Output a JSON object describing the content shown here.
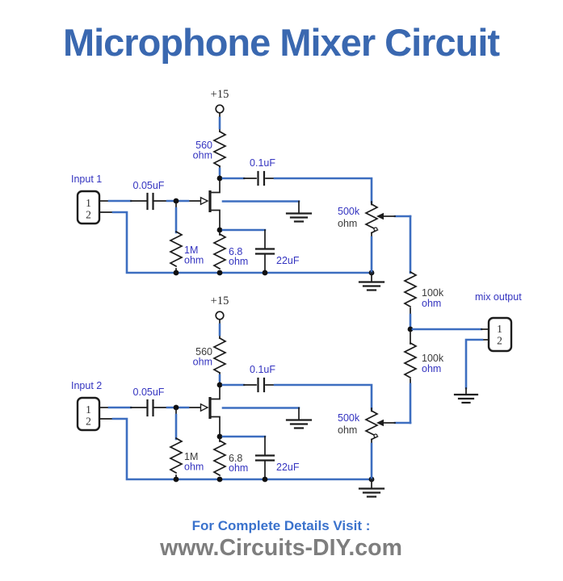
{
  "title": "Microphone Mixer Circuit",
  "stages": [
    {
      "input_label": "Input 1",
      "pin1": "1",
      "pin2": "2",
      "supply": "+15",
      "input_cap": "0.05uF",
      "drain_resistor": "560",
      "drain_resistor_unit": "ohm",
      "output_cap": "0.1uF",
      "gate_resistor": "1M",
      "gate_resistor_unit": "ohm",
      "source_resistor": "6.8",
      "source_resistor_unit": "ohm",
      "bypass_cap": "22uF",
      "pot_value": "500k",
      "pot_unit": "ohm"
    },
    {
      "input_label": "Input 2",
      "pin1": "1",
      "pin2": "2",
      "supply": "+15",
      "input_cap": "0.05uF",
      "drain_resistor": "560",
      "drain_resistor_unit": "ohm",
      "output_cap": "0.1uF",
      "gate_resistor": "1M",
      "gate_resistor_unit": "ohm",
      "source_resistor": "6.8",
      "source_resistor_unit": "ohm",
      "bypass_cap": "22uF",
      "pot_value": "500k",
      "pot_unit": "ohm"
    }
  ],
  "mixer": {
    "resistor1": "100k",
    "resistor1_unit": "ohm",
    "resistor2": "100k",
    "resistor2_unit": "ohm",
    "output_label": "mix output",
    "pin1": "1",
    "pin2": "2"
  },
  "footer": {
    "line1": "For Complete Details Visit :",
    "line2": "www.Circuits-DIY.com"
  },
  "colors": {
    "title_blue": "#3A68B0",
    "wire_blue": "#3D6EC0",
    "label_blue": "#3434C0",
    "label_dark": "#3B3B3B",
    "footer_gray": "#7E7E7E"
  }
}
